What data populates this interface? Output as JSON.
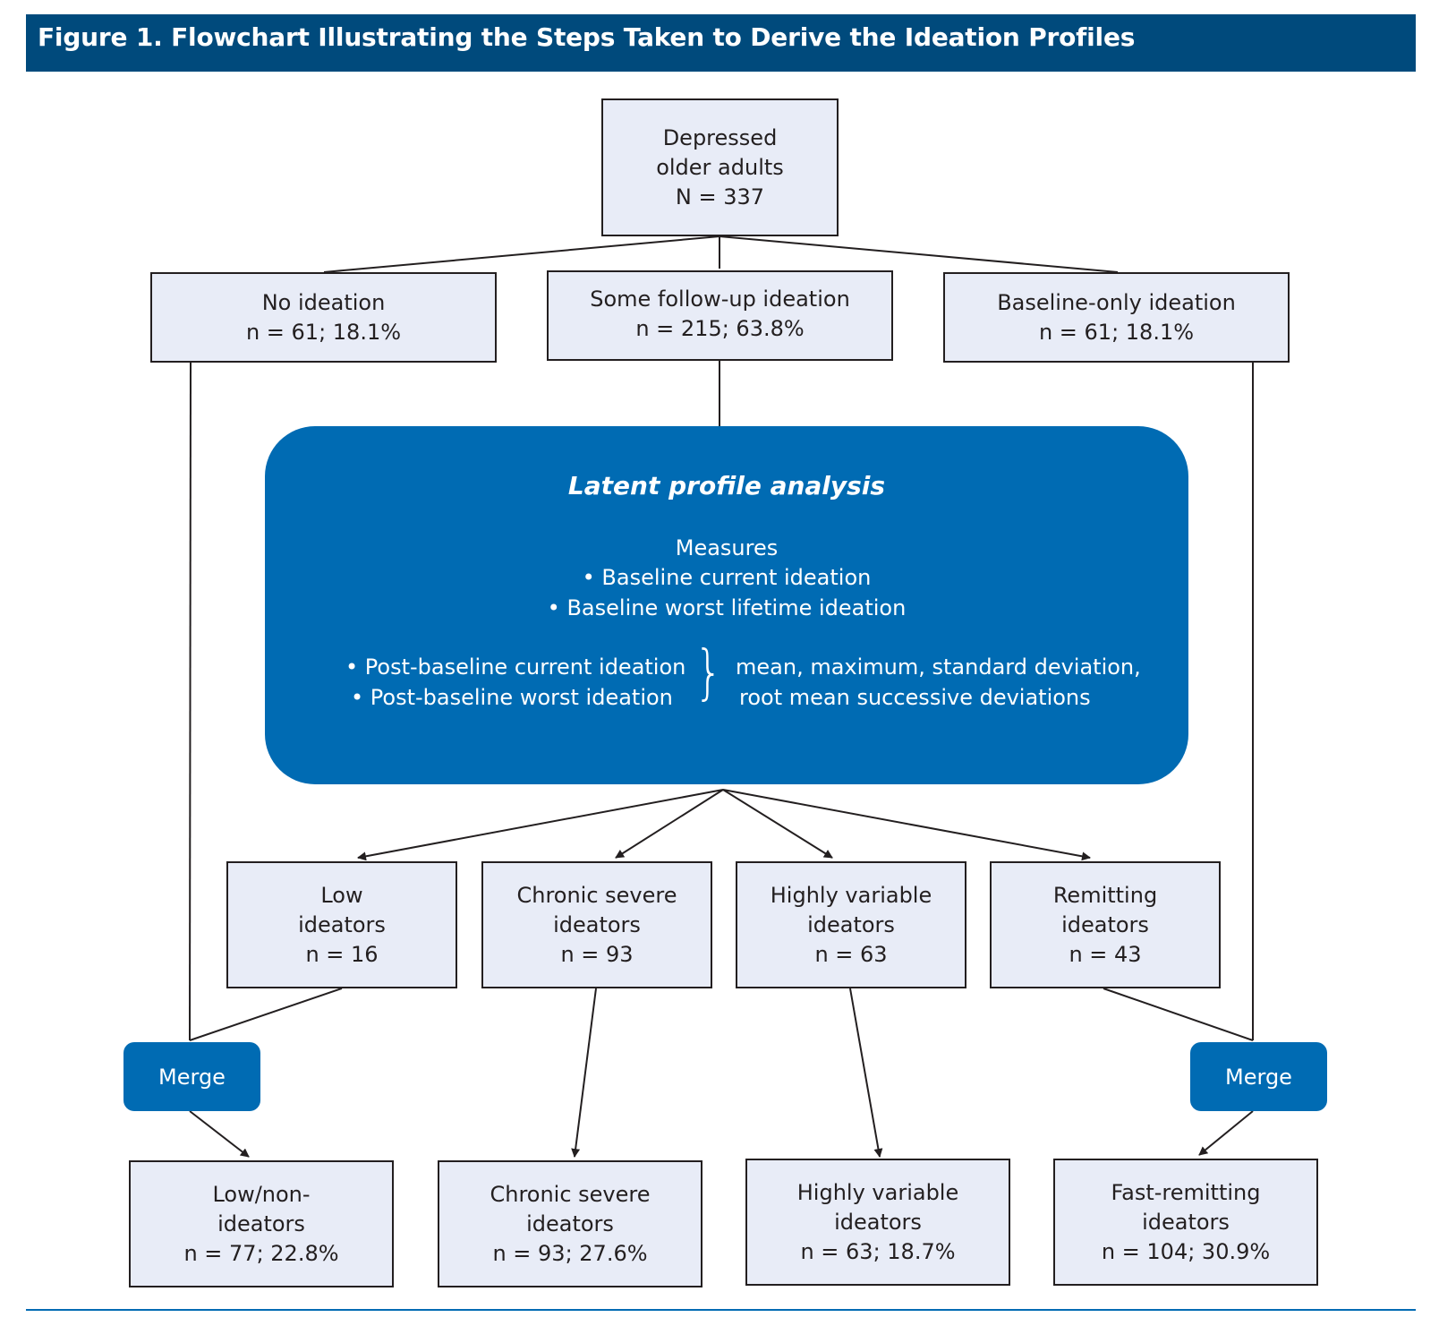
{
  "header": {
    "title": "Figure 1. Flowchart Illustrating the Steps Taken to Derive the Ideation Profiles"
  },
  "root": {
    "line1": "Depressed",
    "line2": "older adults",
    "line3": "N = 337"
  },
  "level1": {
    "no_ideation": {
      "line1": "No ideation",
      "line2": "n = 61; 18.1%"
    },
    "follow_up": {
      "line1": "Some follow-up ideation",
      "line2": "n = 215; 63.8%"
    },
    "baseline_only": {
      "line1": "Baseline-only ideation",
      "line2": "n = 61; 18.1%"
    }
  },
  "lpa": {
    "title": "Latent profile analysis",
    "measures_heading": "Measures",
    "bullet1": "•  Baseline current ideation",
    "bullet2": "•  Baseline worst lifetime ideation",
    "bullet3": "•  Post-baseline current ideation",
    "bullet4": "•  Post-baseline worst ideation",
    "brace": "}",
    "stats_line1": "mean, maximum, standard deviation,",
    "stats_line2": "root mean successive deviations"
  },
  "profiles": {
    "low": {
      "line1": "Low",
      "line2": "ideators",
      "line3": "n = 16"
    },
    "chronic": {
      "line1": "Chronic severe",
      "line2": "ideators",
      "line3": "n = 93"
    },
    "variable": {
      "line1": "Highly variable",
      "line2": "ideators",
      "line3": "n = 63"
    },
    "remitting": {
      "line1": "Remitting",
      "line2": "ideators",
      "line3": "n = 43"
    }
  },
  "merge": {
    "left_label": "Merge",
    "right_label": "Merge"
  },
  "final": {
    "low_non": {
      "line1": "Low/non-",
      "line2": "ideators",
      "line3": "n = 77; 22.8%"
    },
    "chronic": {
      "line1": "Chronic severe",
      "line2": "ideators",
      "line3": "n = 93; 27.6%"
    },
    "variable": {
      "line1": "Highly variable",
      "line2": "ideators",
      "line3": "n = 63; 18.7%"
    },
    "fast_remitting": {
      "line1": "Fast-remitting",
      "line2": "ideators",
      "line3": "n = 104; 30.9%"
    }
  },
  "colors": {
    "header_bg": "#004a7c",
    "accent_blue": "#006bb3",
    "box_fill": "#e8ecf7",
    "line": "#231f20"
  }
}
